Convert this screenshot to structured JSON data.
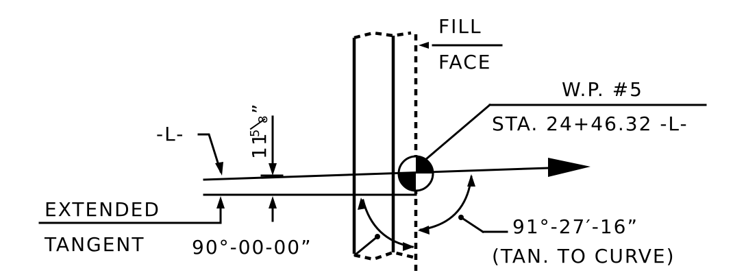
{
  "labels": {
    "fill": "FILL",
    "face": "FACE",
    "wp": "W.P. #5",
    "station": "STA. 24+46.32 -L-",
    "l_line": "-L-",
    "extended": "EXTENDED",
    "tangent": "TANGENT",
    "angle_left": "90°-00-00”",
    "angle_right": "91°-27′-16”",
    "tan_to_curve": "(TAN. TO CURVE)",
    "offset_whole": "11",
    "offset_num": "5",
    "offset_den": "8",
    "offset_unit": "”"
  }
}
